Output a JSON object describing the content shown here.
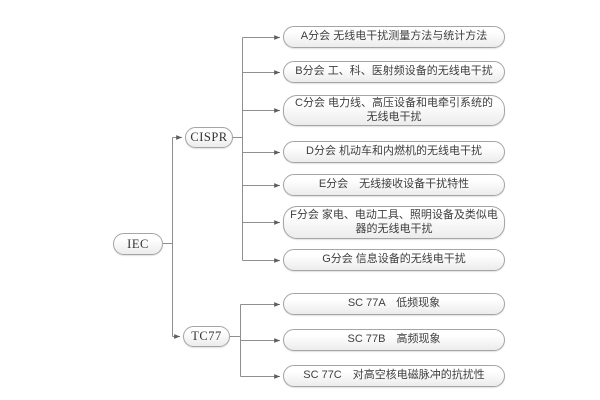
{
  "diagram": {
    "type": "organization-tree",
    "root": {
      "label": "IEC"
    },
    "branches": [
      {
        "label": "CISPR",
        "children": [
          {
            "label": "A分会 无线电干扰测量方法与统计方法"
          },
          {
            "label": "B分会 工、科、医射频设备的无线电干扰"
          },
          {
            "label": "C分会 电力线、高压设备和电牵引系统的无线电干扰"
          },
          {
            "label": "D分会 机动车和内燃机的无线电干扰"
          },
          {
            "label": "E分会　无线接收设备干扰特性"
          },
          {
            "label": "F分会 家电、电动工具、照明设备及类似电器的无线电干扰"
          },
          {
            "label": "G分会 信息设备的无线电干扰"
          }
        ]
      },
      {
        "label": "TC77",
        "children": [
          {
            "label": "SC 77A　低频现象"
          },
          {
            "label": "SC 77B　高频现象"
          },
          {
            "label": "SC 77C　对高空核电磁脉冲的抗扰性"
          }
        ]
      }
    ],
    "colors": {
      "background": "#ffffff",
      "node_border": "#a5a5a5",
      "node_fill_top": "#ffffff",
      "node_fill_bottom": "#ececec",
      "connector_line": "#8f8f8f",
      "arrowhead": "#5f5f5f",
      "text": "#3e3e3e"
    }
  }
}
